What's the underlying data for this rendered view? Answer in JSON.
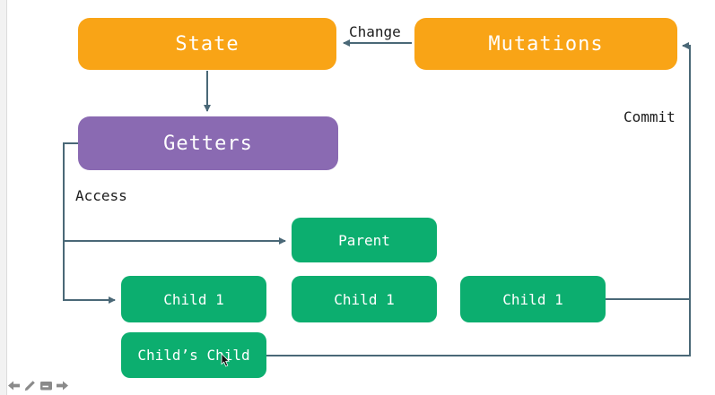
{
  "colors": {
    "node_orange": "#F9A416",
    "node_purple": "#8A6AB2",
    "node_green": "#0CAE6F",
    "node_text": "#FFFFFF",
    "connector": "#4A6877",
    "label_text": "#1C1C1C",
    "page_strip": "#F2F2F2",
    "icon_gray": "#8A8A8A"
  },
  "nodes": {
    "state": {
      "label": "State"
    },
    "mutations": {
      "label": "Mutations"
    },
    "getters": {
      "label": "Getters"
    },
    "parent": {
      "label": "Parent"
    },
    "child1_a": {
      "label": "Child 1"
    },
    "child1_b": {
      "label": "Child 1"
    },
    "child1_c": {
      "label": "Child 1"
    },
    "childs_child": {
      "label": "Child’s Child"
    }
  },
  "edges": {
    "change": {
      "label": "Change",
      "from": "mutations",
      "to": "state"
    },
    "commit": {
      "label": "Commit",
      "from": "childs_child",
      "to": "mutations"
    },
    "access": {
      "label": "Access",
      "from": "getters",
      "to": "parent / child1"
    }
  },
  "toolbar": {
    "icons": [
      "back-arrow-icon",
      "pencil-icon",
      "notes-icon",
      "forward-arrow-icon"
    ]
  }
}
